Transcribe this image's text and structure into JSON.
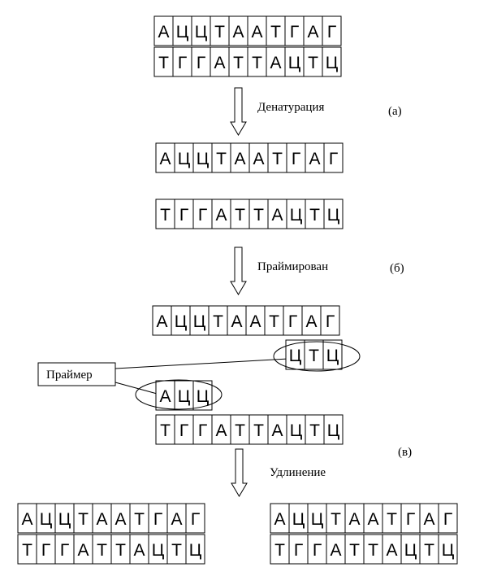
{
  "strands": {
    "a_top": [
      "А",
      "Ц",
      "Ц",
      "Т",
      "А",
      "А",
      "Т",
      "Г",
      "А",
      "Г"
    ],
    "a_bottom": [
      "Т",
      "Г",
      "Г",
      "А",
      "Т",
      "Т",
      "А",
      "Ц",
      "Т",
      "Ц"
    ],
    "b_top": [
      "А",
      "Ц",
      "Ц",
      "Т",
      "А",
      "А",
      "Т",
      "Г",
      "А",
      "Г"
    ],
    "b_bottom": [
      "Т",
      "Г",
      "Г",
      "А",
      "Т",
      "Т",
      "А",
      "Ц",
      "Т",
      "Ц"
    ],
    "c_top": [
      "А",
      "Ц",
      "Ц",
      "Т",
      "А",
      "А",
      "Т",
      "Г",
      "А",
      "Г"
    ],
    "c_primer_right": [
      "Ц",
      "Т",
      "Ц"
    ],
    "c_primer_left": [
      "А",
      "Ц",
      "Ц"
    ],
    "c_bottom": [
      "Т",
      "Г",
      "Г",
      "А",
      "Т",
      "Т",
      "А",
      "Ц",
      "Т",
      "Ц"
    ],
    "d_left_top": [
      "А",
      "Ц",
      "Ц",
      "Т",
      "А",
      "А",
      "Т",
      "Г",
      "А",
      "Г"
    ],
    "d_left_bottom": [
      "Т",
      "Г",
      "Г",
      "А",
      "Т",
      "Т",
      "А",
      "Ц",
      "Т",
      "Ц"
    ],
    "d_right_top": [
      "А",
      "Ц",
      "Ц",
      "Т",
      "А",
      "А",
      "Т",
      "Г",
      "А",
      "Г"
    ],
    "d_right_bottom": [
      "Т",
      "Г",
      "Г",
      "А",
      "Т",
      "Т",
      "А",
      "Ц",
      "Т",
      "Ц"
    ]
  },
  "labels": {
    "step1": "Денатурация",
    "step1_tag": "(а)",
    "step2": "Праймирован",
    "step2_tag": "(б)",
    "step3_tag": "(в)",
    "step3": "Удлинение",
    "primer": "Праймер"
  }
}
